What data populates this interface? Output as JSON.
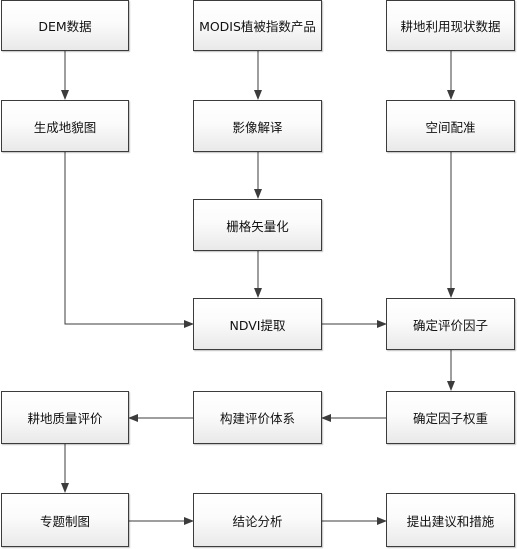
{
  "nodes": {
    "dem_data": "DEM数据",
    "modis_ndvi_product": "MODIS植被指数产品",
    "farmland_status_data": "耕地利用现状数据",
    "geomorphology_map": "生成地貌图",
    "image_interpretation": "影像解译",
    "spatial_registration": "空间配准",
    "raster_vectorization": "栅格矢量化",
    "ndvi_extraction": "NDVI提取",
    "determine_factors": "确定评价因子",
    "farmland_quality_eval": "耕地质量评价",
    "build_eval_system": "构建评价体系",
    "determine_factor_weights": "确定因子权重",
    "thematic_mapping": "专题制图",
    "conclusion_analysis": "结论分析",
    "recommendations": "提出建议和措施"
  },
  "edges": [
    [
      "dem_data",
      "geomorphology_map"
    ],
    [
      "modis_ndvi_product",
      "image_interpretation"
    ],
    [
      "farmland_status_data",
      "spatial_registration"
    ],
    [
      "image_interpretation",
      "raster_vectorization"
    ],
    [
      "raster_vectorization",
      "ndvi_extraction"
    ],
    [
      "geomorphology_map",
      "ndvi_extraction"
    ],
    [
      "ndvi_extraction",
      "determine_factors"
    ],
    [
      "spatial_registration",
      "determine_factors"
    ],
    [
      "determine_factors",
      "determine_factor_weights"
    ],
    [
      "determine_factor_weights",
      "build_eval_system"
    ],
    [
      "build_eval_system",
      "farmland_quality_eval"
    ],
    [
      "farmland_quality_eval",
      "thematic_mapping"
    ],
    [
      "thematic_mapping",
      "conclusion_analysis"
    ],
    [
      "conclusion_analysis",
      "recommendations"
    ]
  ],
  "colors": {
    "box_border": "#3c3c3c",
    "arrow": "#3c3c3c",
    "text": "#111111"
  }
}
